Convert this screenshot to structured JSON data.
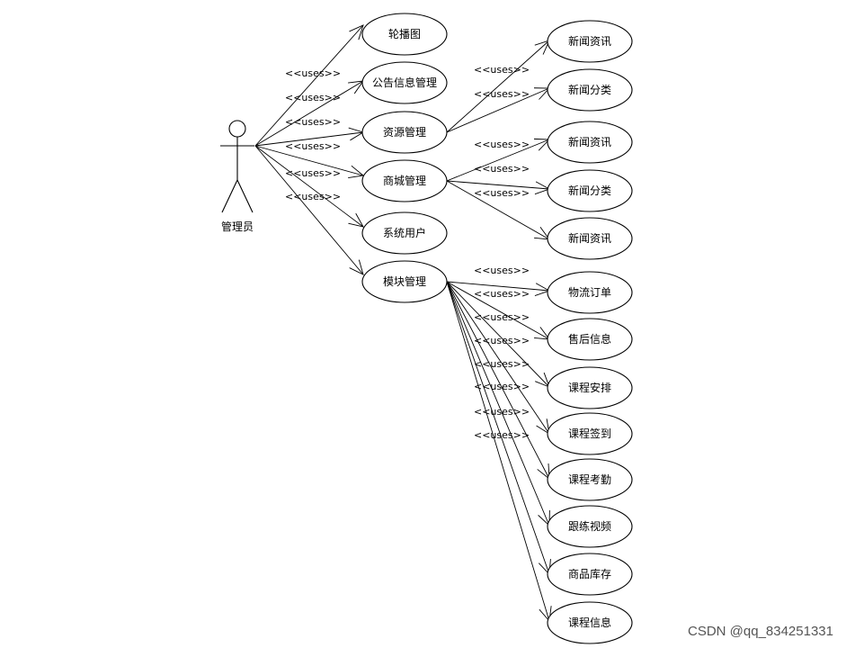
{
  "actor": {
    "label": "管理员"
  },
  "relation_label": "<<uses>>",
  "use_cases": [
    {
      "id": "lunbotu",
      "label": "轮播图"
    },
    {
      "id": "gonggao",
      "label": "公告信息管理"
    },
    {
      "id": "ziyuan",
      "label": "资源管理"
    },
    {
      "id": "shangcheng",
      "label": "商城管理"
    },
    {
      "id": "xitong",
      "label": "系统用户"
    },
    {
      "id": "mokuai",
      "label": "模块管理"
    },
    {
      "id": "zy-news",
      "label": "新闻资讯"
    },
    {
      "id": "zy-cat",
      "label": "新闻分类"
    },
    {
      "id": "sc-news1",
      "label": "新闻资讯"
    },
    {
      "id": "sc-cat",
      "label": "新闻分类"
    },
    {
      "id": "sc-news2",
      "label": "新闻资讯"
    },
    {
      "id": "wuliu",
      "label": "物流订单"
    },
    {
      "id": "shouhou",
      "label": "售后信息"
    },
    {
      "id": "anpai",
      "label": "课程安排"
    },
    {
      "id": "qiandao",
      "label": "课程签到"
    },
    {
      "id": "kaoqin",
      "label": "课程考勤"
    },
    {
      "id": "shipin",
      "label": "跟练视频"
    },
    {
      "id": "kucun",
      "label": "商品库存"
    },
    {
      "id": "kcxinxi",
      "label": "课程信息"
    }
  ],
  "watermark": "CSDN @qq_834251331"
}
